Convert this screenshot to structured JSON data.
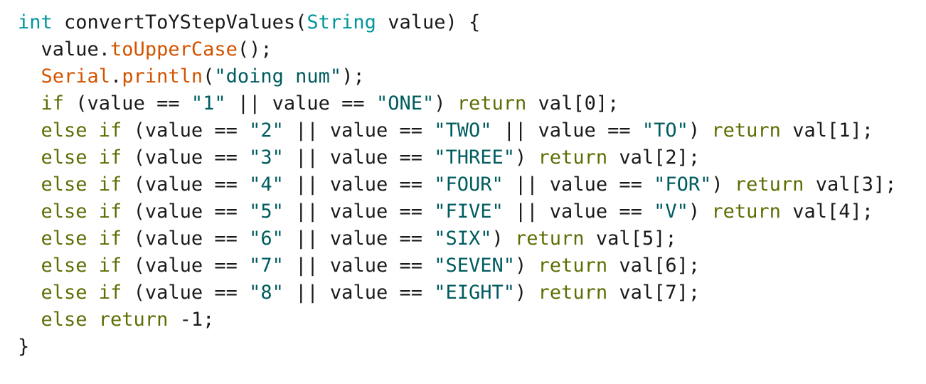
{
  "colors": {
    "default": "#1a1a1a",
    "type": "#00979c",
    "method": "#d35400",
    "keyword": "#5e6d03",
    "string": "#005c5f"
  },
  "code": {
    "lines": [
      [
        {
          "t": "type",
          "v": "int"
        },
        {
          "t": "default",
          "v": " convertToYStepValues("
        },
        {
          "t": "type",
          "v": "String"
        },
        {
          "t": "default",
          "v": " value) {"
        }
      ],
      [
        {
          "t": "default",
          "v": "  value."
        },
        {
          "t": "method",
          "v": "toUpperCase"
        },
        {
          "t": "default",
          "v": "();"
        }
      ],
      [
        {
          "t": "method",
          "v": "  Serial"
        },
        {
          "t": "default",
          "v": "."
        },
        {
          "t": "method",
          "v": "println"
        },
        {
          "t": "default",
          "v": "("
        },
        {
          "t": "string",
          "v": "\"doing num\""
        },
        {
          "t": "default",
          "v": ");"
        }
      ],
      [
        {
          "t": "keyword",
          "v": "  if"
        },
        {
          "t": "default",
          "v": " (value == "
        },
        {
          "t": "string",
          "v": "\"1\""
        },
        {
          "t": "default",
          "v": " || value == "
        },
        {
          "t": "string",
          "v": "\"ONE\""
        },
        {
          "t": "default",
          "v": ") "
        },
        {
          "t": "keyword",
          "v": "return"
        },
        {
          "t": "default",
          "v": " val[0];"
        }
      ],
      [
        {
          "t": "keyword",
          "v": "  else if"
        },
        {
          "t": "default",
          "v": " (value == "
        },
        {
          "t": "string",
          "v": "\"2\""
        },
        {
          "t": "default",
          "v": " || value == "
        },
        {
          "t": "string",
          "v": "\"TWO\""
        },
        {
          "t": "default",
          "v": " || value == "
        },
        {
          "t": "string",
          "v": "\"TO\""
        },
        {
          "t": "default",
          "v": ") "
        },
        {
          "t": "keyword",
          "v": "return"
        },
        {
          "t": "default",
          "v": " val[1];"
        }
      ],
      [
        {
          "t": "keyword",
          "v": "  else if"
        },
        {
          "t": "default",
          "v": " (value == "
        },
        {
          "t": "string",
          "v": "\"3\""
        },
        {
          "t": "default",
          "v": " || value == "
        },
        {
          "t": "string",
          "v": "\"THREE\""
        },
        {
          "t": "default",
          "v": ") "
        },
        {
          "t": "keyword",
          "v": "return"
        },
        {
          "t": "default",
          "v": " val[2];"
        }
      ],
      [
        {
          "t": "keyword",
          "v": "  else if"
        },
        {
          "t": "default",
          "v": " (value == "
        },
        {
          "t": "string",
          "v": "\"4\""
        },
        {
          "t": "default",
          "v": " || value == "
        },
        {
          "t": "string",
          "v": "\"FOUR\""
        },
        {
          "t": "default",
          "v": " || value == "
        },
        {
          "t": "string",
          "v": "\"FOR\""
        },
        {
          "t": "default",
          "v": ") "
        },
        {
          "t": "keyword",
          "v": "return"
        },
        {
          "t": "default",
          "v": " val[3];"
        }
      ],
      [
        {
          "t": "keyword",
          "v": "  else if"
        },
        {
          "t": "default",
          "v": " (value == "
        },
        {
          "t": "string",
          "v": "\"5\""
        },
        {
          "t": "default",
          "v": " || value == "
        },
        {
          "t": "string",
          "v": "\"FIVE\""
        },
        {
          "t": "default",
          "v": " || value == "
        },
        {
          "t": "string",
          "v": "\"V\""
        },
        {
          "t": "default",
          "v": ") "
        },
        {
          "t": "keyword",
          "v": "return"
        },
        {
          "t": "default",
          "v": " val[4];"
        }
      ],
      [
        {
          "t": "keyword",
          "v": "  else if"
        },
        {
          "t": "default",
          "v": " (value == "
        },
        {
          "t": "string",
          "v": "\"6\""
        },
        {
          "t": "default",
          "v": " || value == "
        },
        {
          "t": "string",
          "v": "\"SIX\""
        },
        {
          "t": "default",
          "v": ") "
        },
        {
          "t": "keyword",
          "v": "return"
        },
        {
          "t": "default",
          "v": " val[5];"
        }
      ],
      [
        {
          "t": "keyword",
          "v": "  else if"
        },
        {
          "t": "default",
          "v": " (value == "
        },
        {
          "t": "string",
          "v": "\"7\""
        },
        {
          "t": "default",
          "v": " || value == "
        },
        {
          "t": "string",
          "v": "\"SEVEN\""
        },
        {
          "t": "default",
          "v": ") "
        },
        {
          "t": "keyword",
          "v": "return"
        },
        {
          "t": "default",
          "v": " val[6];"
        }
      ],
      [
        {
          "t": "keyword",
          "v": "  else if"
        },
        {
          "t": "default",
          "v": " (value == "
        },
        {
          "t": "string",
          "v": "\"8\""
        },
        {
          "t": "default",
          "v": " || value == "
        },
        {
          "t": "string",
          "v": "\"EIGHT\""
        },
        {
          "t": "default",
          "v": ") "
        },
        {
          "t": "keyword",
          "v": "return"
        },
        {
          "t": "default",
          "v": " val[7];"
        }
      ],
      [
        {
          "t": "keyword",
          "v": "  else return"
        },
        {
          "t": "default",
          "v": " -1;"
        }
      ],
      [
        {
          "t": "default",
          "v": "}"
        }
      ]
    ]
  }
}
